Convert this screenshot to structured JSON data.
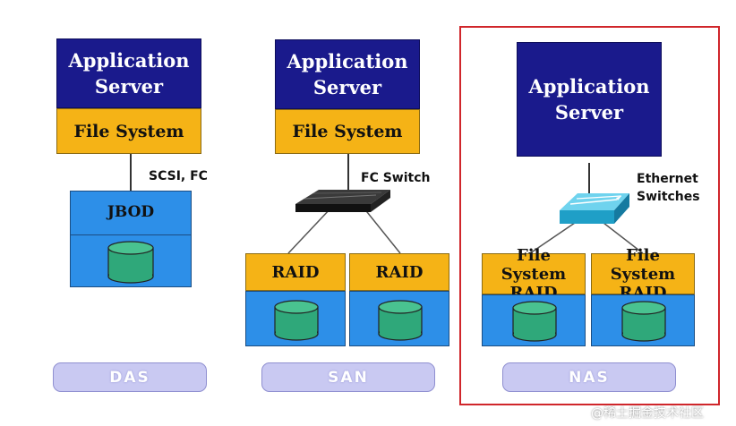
{
  "colors": {
    "app_server": "#1a1a8c",
    "file_system": "#f5b316",
    "storage": "#2d8fe8",
    "disk": "#2fa87a",
    "pill": "#c9c9f2",
    "highlight_border": "#d0262b"
  },
  "das": {
    "app_server": "Application\nServer",
    "file_system": "File System",
    "link_label": "SCSI, FC",
    "storage_label": "JBOD",
    "pill": "DAS"
  },
  "san": {
    "app_server": "Application\nServer",
    "file_system": "File System",
    "link_label": "FC Switch",
    "raid_left": "RAID",
    "raid_right": "RAID",
    "pill": "SAN"
  },
  "nas": {
    "app_server": "Application\nServer",
    "link_label": "Ethernet\nSwitches",
    "raid_left": "File System\nRAID",
    "raid_right": "File System\nRAID",
    "pill": "NAS"
  },
  "watermark": "@稀土掘金技术社区"
}
